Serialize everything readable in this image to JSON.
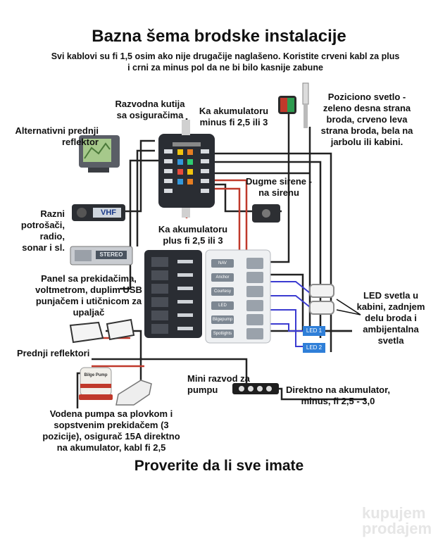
{
  "title": "Bazna šema brodske instalacije",
  "subtitle": "Svi kablovi su fi 1,5 osim ako nije drugačije naglašeno. Koristite crveni kabl za plus i crni za minus pol da ne bi bilo kasnije zabune",
  "labels": {
    "fuse_box": "Razvodna kutija sa osiguračima",
    "battery_minus": "Ka akumulatoru minus fi 2,5 ili 3",
    "alt_reflector": "Alternativni prednji reflektor",
    "consumers": "Razni potrošači, radio, sonar i sl.",
    "battery_plus": "Ka akumulatoru plus fi 2,5 ili 3",
    "horn_button": "Dugme sirene - na sirenu",
    "position_light": "Poziciono svetlo - zeleno desna strana broda, crveno leva strana broda, bela na jarbolu ili kabini.",
    "switch_panel": "Panel sa prekidačima, voltmetrom, duplim USB punjačem i utičnicom za upaljač",
    "led_lights": "LED svetla u kabini, zadnjem delu broda i ambijentalna svetla",
    "front_reflectors": "Prednji reflektori",
    "mini_distribution": "Mini razvod za pumpu",
    "direct_battery": "Direktno na akumulator, minus, fi 2,5 - 3,0",
    "water_pump": "Vodena pumpa sa plovkom i sopstvenim prekidačem (3 pozicije), osigurač 15A direktno na akumulator, kabl fi 2,5"
  },
  "device_text": {
    "vhf": "VHF",
    "stereo": "STEREO",
    "led1": "LED 1",
    "led2": "LED 2",
    "bilge_pump": "Bilge Pump",
    "switch_rows": [
      "NAV",
      "Anchor",
      "Courtesy",
      "LED",
      "Bilgepump",
      "Spotlights"
    ]
  },
  "footer": "Proverite da li sve imate",
  "watermark": [
    "kupujem",
    "prodajem"
  ],
  "colors": {
    "wire_red": "#c0392b",
    "wire_black": "#222222",
    "wire_blue": "#3b3bd1",
    "panel_dark": "#2a2d33",
    "led_blue": "#2f7fd8"
  }
}
